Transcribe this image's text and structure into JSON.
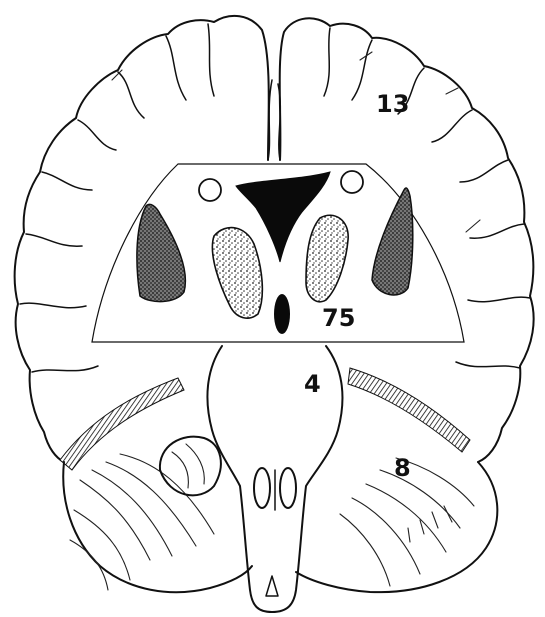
{
  "diagram": {
    "labels": {
      "cerebral_cortex": "13",
      "section_window": "75",
      "brainstem": "4",
      "cerebellum": "8"
    },
    "colors": {
      "ink": "#111111",
      "window_fill": "#ffffff",
      "background": "#ffffff"
    }
  }
}
